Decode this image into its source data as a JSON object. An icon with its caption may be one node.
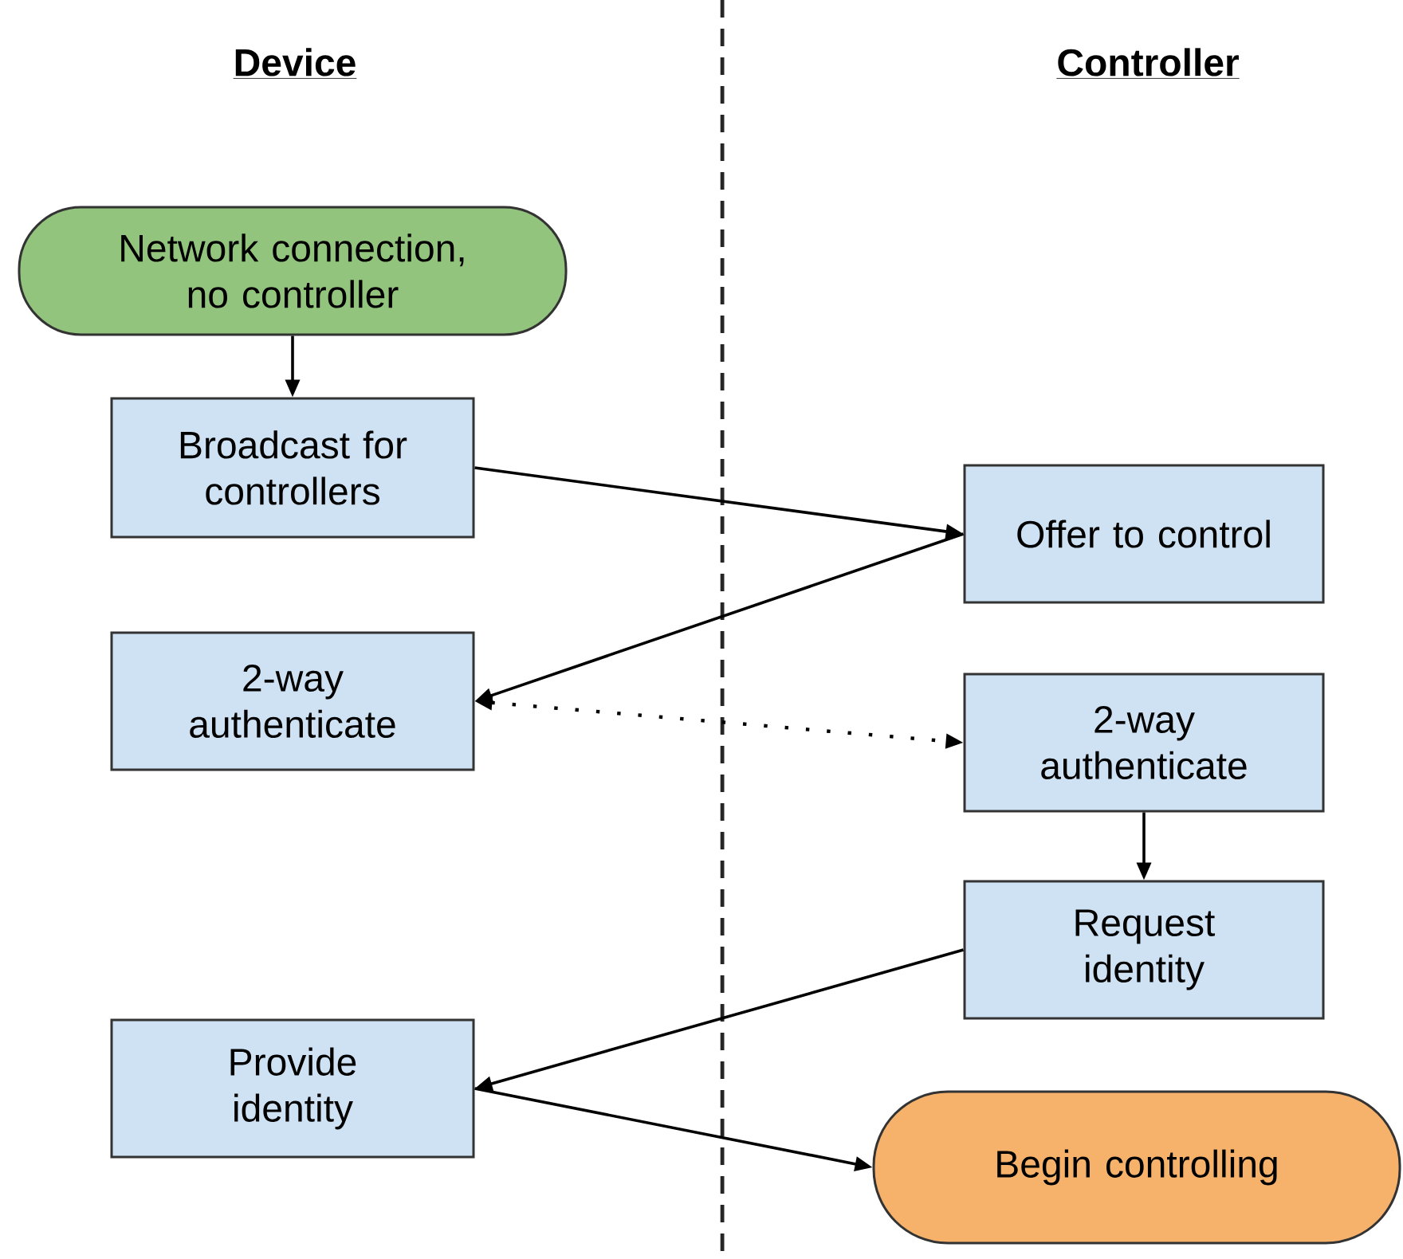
{
  "diagram": {
    "nodes": [
      {
        "text": [
          "Network connection, no controller"
        ]
      },
      {
        "text": [
          "Broadcast for controllers"
        ]
      },
      {
        "text": [
          "Offer to control"
        ]
      },
      {
        "text": [
          "2-way authenticate"
        ]
      },
      {
        "text": [
          "2-way authenticate"
        ]
      },
      {
        "text": [
          "Request identity"
        ]
      },
      {
        "text": [
          "Provide identity"
        ]
      },
      {
        "text": [
          "Begin controlling"
        ]
      }
    ],
    "edges": [
      {
        "from": 0,
        "to": 1,
        "arrow": "to"
      },
      {
        "from": 1,
        "to": 2,
        "arrow": "to"
      },
      {
        "from": 2,
        "to": 3,
        "arrow": "to"
      },
      {
        "from": 3,
        "to": 4,
        "arrow": "both",
        "style": "dashed"
      },
      {
        "from": 4,
        "to": 5,
        "arrow": "to"
      },
      {
        "from": 5,
        "to": 6,
        "arrow": "to"
      },
      {
        "from": 6,
        "to": 7,
        "arrow": "to"
      }
    ],
    "labels": [
      "Device",
      "Controller"
    ]
  }
}
